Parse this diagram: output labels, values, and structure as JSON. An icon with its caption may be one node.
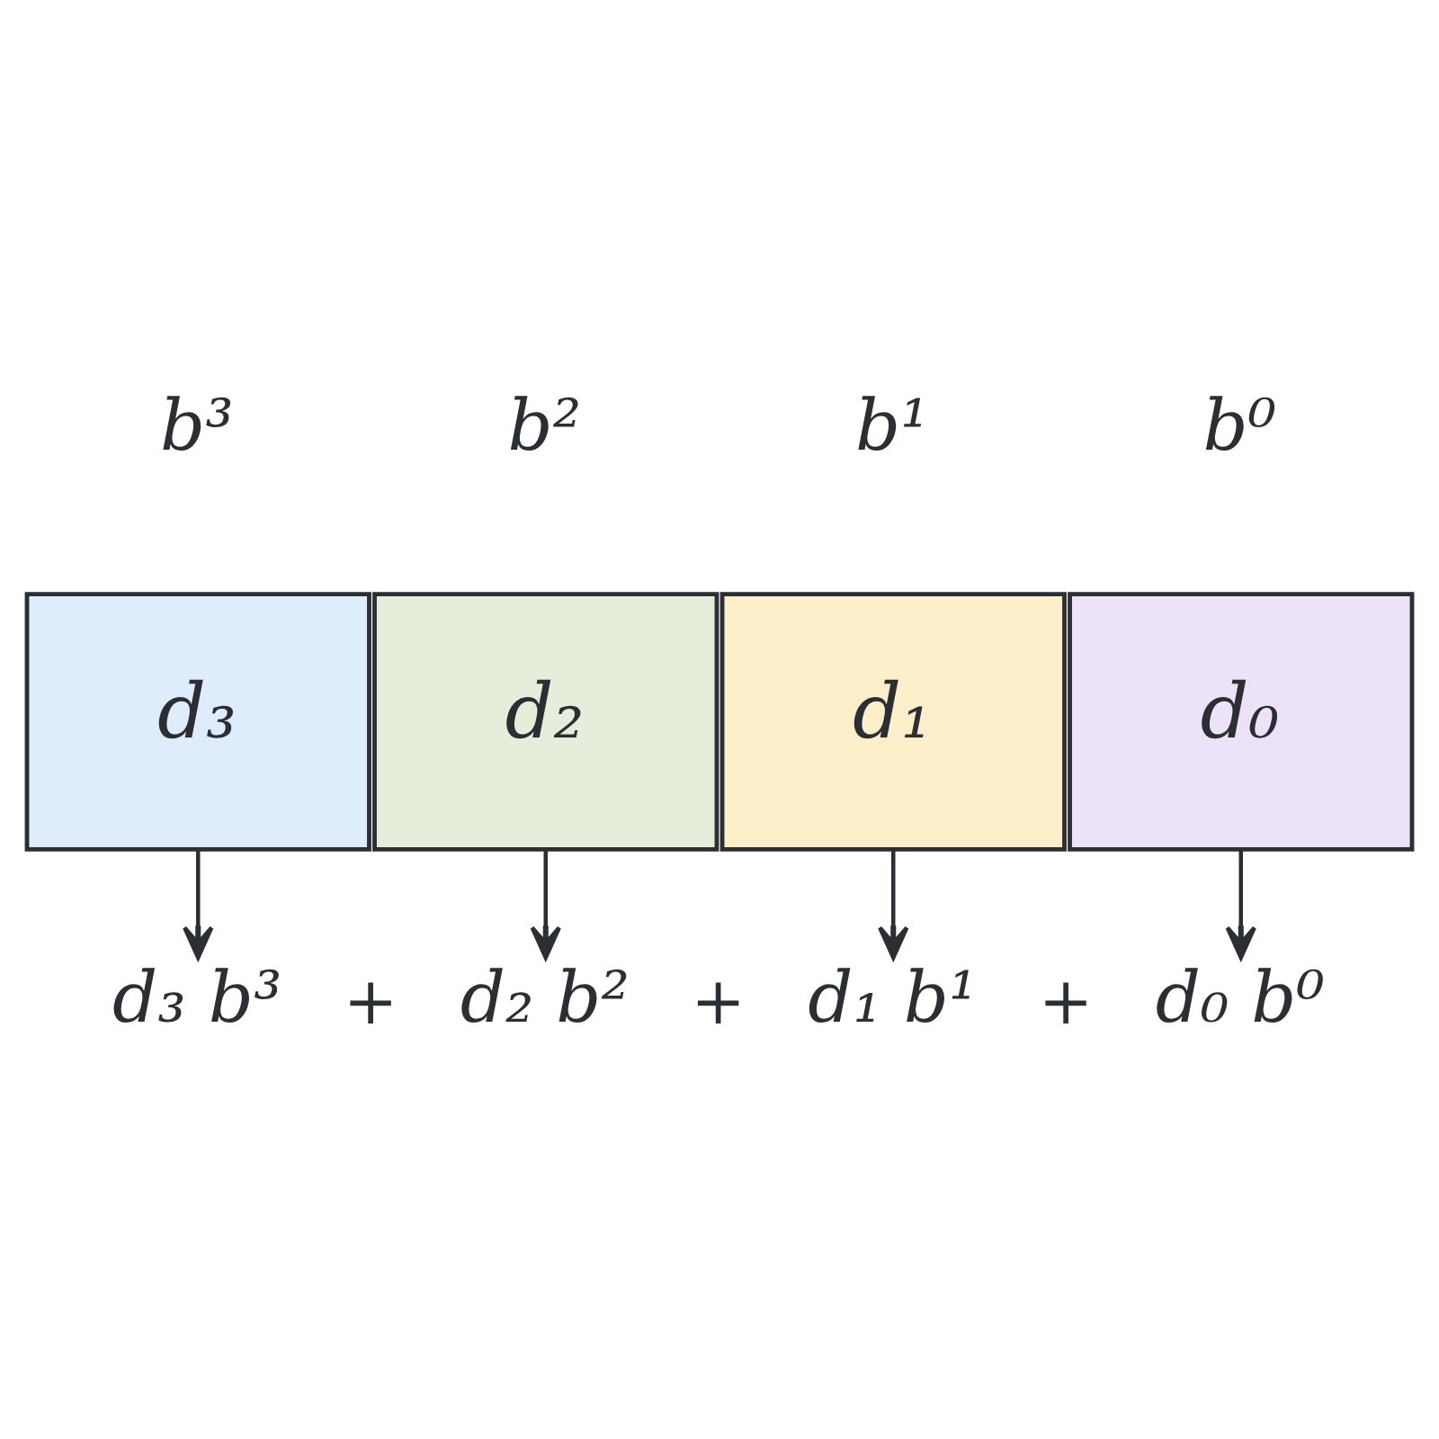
{
  "diagram": {
    "nodes": [
      {
        "text": [
          "d₃"
        ],
        "beside": [
          "b³"
        ]
      },
      {
        "text": [
          "d₂"
        ],
        "beside": [
          "b²"
        ]
      },
      {
        "text": [
          "d₁"
        ],
        "beside": [
          "b¹"
        ]
      },
      {
        "text": [
          "d₀"
        ],
        "beside": [
          "b⁰"
        ]
      },
      {
        "text": [
          "d₃ b³"
        ]
      },
      {
        "text": [
          "d₂ b²"
        ]
      },
      {
        "text": [
          "d₁ b¹"
        ]
      },
      {
        "text": [
          "d₀ b⁰"
        ]
      }
    ],
    "edges": [
      {
        "from": 0,
        "to": 4,
        "arrow": "to"
      },
      {
        "from": 1,
        "to": 5,
        "arrow": "to"
      },
      {
        "from": 2,
        "to": 6,
        "arrow": "to"
      },
      {
        "from": 3,
        "to": 7,
        "arrow": "to"
      }
    ],
    "labels": [
      "+",
      "+",
      "+"
    ]
  }
}
